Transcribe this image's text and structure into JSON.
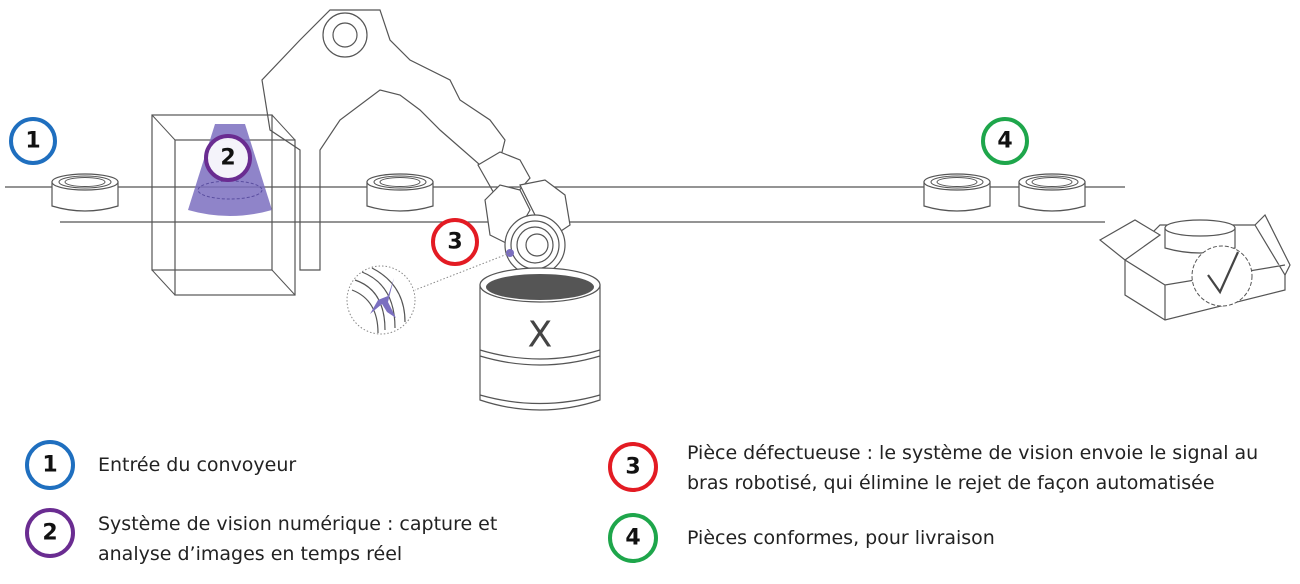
{
  "colors": {
    "step1": "#1f6fbf",
    "step2": "#6a2c91",
    "step3": "#e31b23",
    "step4": "#1ea64b",
    "vision": "#7b6fc0"
  },
  "markers": [
    {
      "number": "1",
      "color": "#1f6fbf"
    },
    {
      "number": "2",
      "color": "#6a2c91"
    },
    {
      "number": "3",
      "color": "#e31b23"
    },
    {
      "number": "4",
      "color": "#1ea64b"
    }
  ],
  "reject_bin_label": "X",
  "legend": [
    {
      "number": "1",
      "text": "Entrée du convoyeur"
    },
    {
      "number": "2",
      "text": "Système de vision numérique : capture et",
      "text2": "analyse d’images en temps réel"
    },
    {
      "number": "3",
      "text": "Pièce défectueuse : le système de vision envoie le signal au",
      "text2": "bras robotisé, qui élimine le rejet de façon automatisée"
    },
    {
      "number": "4",
      "text": "Pièces conformes, pour livraison"
    }
  ]
}
